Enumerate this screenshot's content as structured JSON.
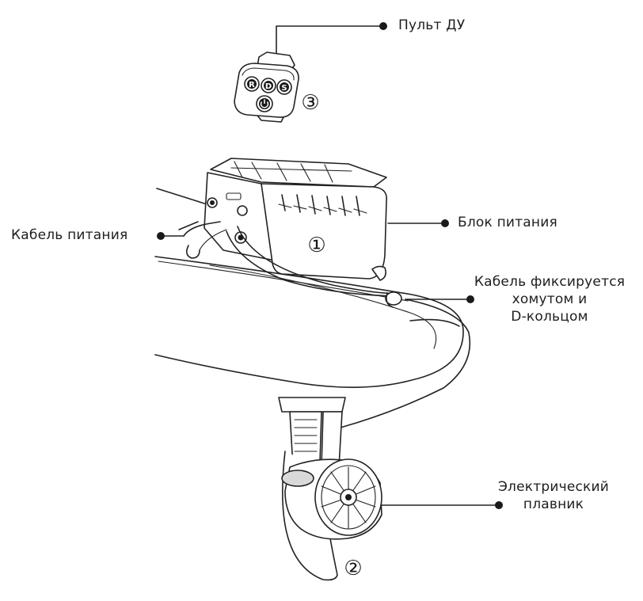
{
  "labels": {
    "remote": "Пульт ДУ",
    "power_unit": "Блок питания",
    "power_cable": "Кабель питания",
    "cable_fixed_line1": "Кабель фиксируется",
    "cable_fixed_line2": "хомутом и",
    "cable_fixed_line3": "D-кольцом",
    "fin_line1": "Электрический",
    "fin_line2": "плавник"
  },
  "markers": {
    "power_unit": "①",
    "fin": "②",
    "remote": "③"
  },
  "remote_buttons": [
    "R",
    "D",
    "S"
  ],
  "icons": [
    "power-icon"
  ]
}
